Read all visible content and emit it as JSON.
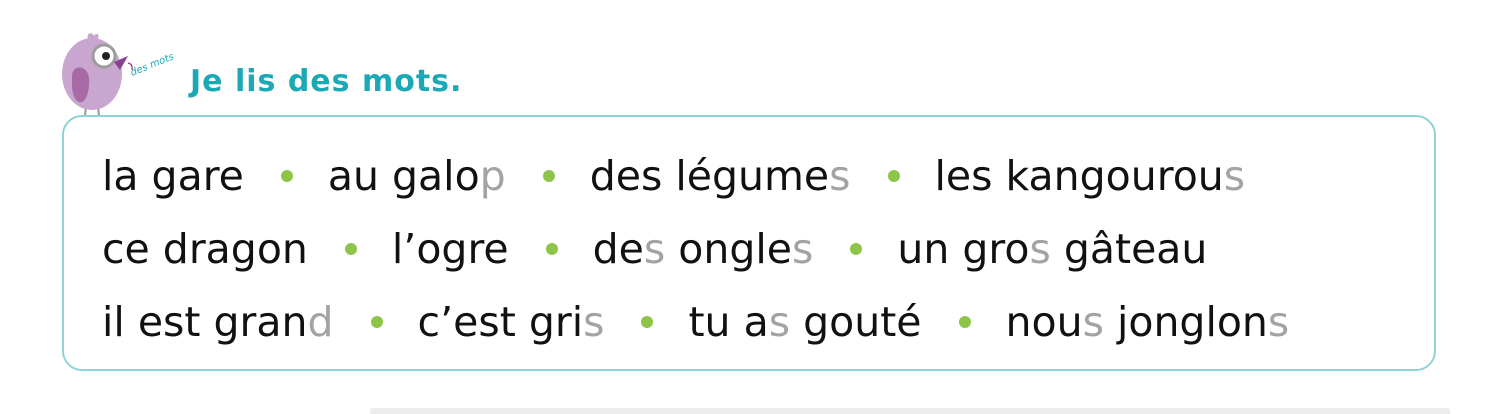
{
  "header": {
    "badge_text": "des mots",
    "title": "Je lis des mots."
  },
  "colors": {
    "title": "#1aa9b5",
    "card_border": "#8fd3d6",
    "separator_dot": "#8dc549",
    "silent_letter": "#a3a3a3",
    "text": "#111111",
    "mascot_body": "#c9a6d0",
    "mascot_wing": "#a86aa6",
    "mascot_beak": "#8b3f8f"
  },
  "icons": {
    "mascot": "bird-mascot-icon",
    "separator": "green-dot-icon"
  },
  "lines": [
    {
      "phrases": [
        {
          "segments": [
            {
              "text": "la gare",
              "silent": false
            }
          ]
        },
        {
          "segments": [
            {
              "text": "au galo",
              "silent": false
            },
            {
              "text": "p",
              "silent": true
            }
          ]
        },
        {
          "segments": [
            {
              "text": "des légume",
              "silent": false
            },
            {
              "text": "s",
              "silent": true
            }
          ]
        },
        {
          "segments": [
            {
              "text": "les kangourou",
              "silent": false
            },
            {
              "text": "s",
              "silent": true
            }
          ]
        }
      ]
    },
    {
      "phrases": [
        {
          "segments": [
            {
              "text": "ce dragon",
              "silent": false
            }
          ]
        },
        {
          "segments": [
            {
              "text": "l’ogre",
              "silent": false
            }
          ]
        },
        {
          "segments": [
            {
              "text": "de",
              "silent": false
            },
            {
              "text": "s",
              "silent": true
            },
            {
              "text": " ongle",
              "silent": false
            },
            {
              "text": "s",
              "silent": true
            }
          ]
        },
        {
          "segments": [
            {
              "text": "un gro",
              "silent": false
            },
            {
              "text": "s",
              "silent": true
            },
            {
              "text": " gâteau",
              "silent": false
            }
          ]
        }
      ]
    },
    {
      "phrases": [
        {
          "segments": [
            {
              "text": "il est gran",
              "silent": false
            },
            {
              "text": "d",
              "silent": true
            }
          ]
        },
        {
          "segments": [
            {
              "text": "c’est gri",
              "silent": false
            },
            {
              "text": "s",
              "silent": true
            }
          ]
        },
        {
          "segments": [
            {
              "text": "tu a",
              "silent": false
            },
            {
              "text": "s",
              "silent": true
            },
            {
              "text": " gouté",
              "silent": false
            }
          ]
        },
        {
          "segments": [
            {
              "text": "nou",
              "silent": false
            },
            {
              "text": "s",
              "silent": true
            },
            {
              "text": " jonglon",
              "silent": false
            },
            {
              "text": "s",
              "silent": true
            }
          ]
        }
      ]
    }
  ]
}
